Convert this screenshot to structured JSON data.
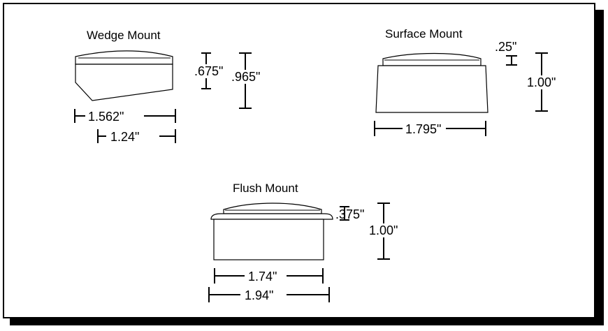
{
  "wedge": {
    "title": "Wedge Mount",
    "height_small": ".675\"",
    "height_large": ".965\"",
    "width_large": "1.562\"",
    "width_small": "1.24\""
  },
  "surface": {
    "title": "Surface Mount",
    "lip": ".25\"",
    "height": "1.00\"",
    "width": "1.795\""
  },
  "flush": {
    "title": "Flush Mount",
    "lip": ".375\"",
    "height": "1.00\"",
    "width_inner": "1.74\"",
    "width_outer": "1.94\""
  }
}
